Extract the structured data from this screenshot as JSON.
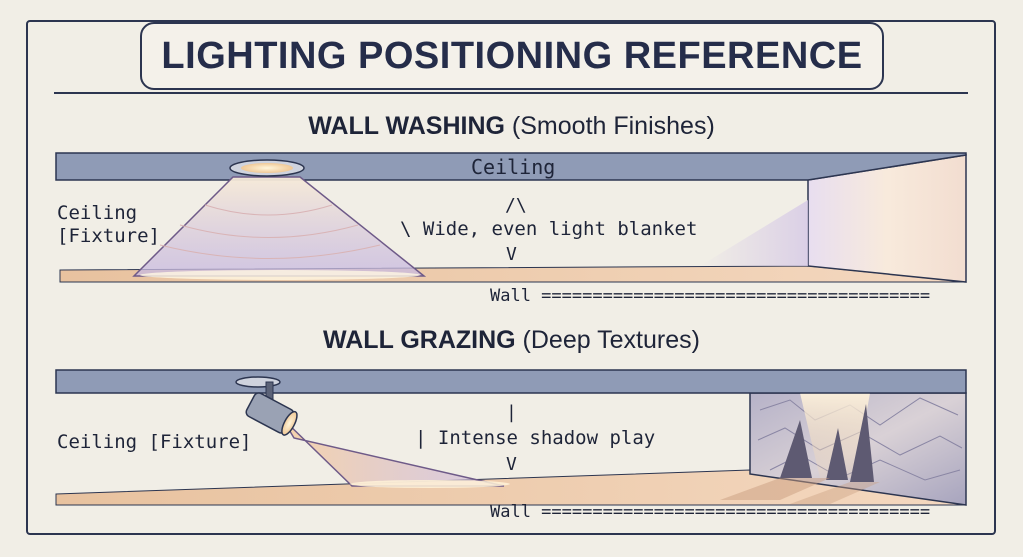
{
  "title": "LIGHTING POSITIONING REFERENCE",
  "washing": {
    "heading_bold": "WALL WASHING",
    "heading_rest": " (Smooth Finishes)",
    "ceiling_label": "Ceiling",
    "fixture_label_line1": "Ceiling",
    "fixture_label_line2": "[Fixture]",
    "arrow_up": "/\\",
    "annotation": "\\ Wide, even light blanket",
    "arrow_down": "V",
    "wall_label": "Wall ======================================"
  },
  "grazing": {
    "heading_bold": "WALL GRAZING",
    "heading_rest": " (Deep Textures)",
    "fixture_label": "Ceiling [Fixture]",
    "arrow_up": "|",
    "annotation": "| Intense shadow play",
    "arrow_down": "V",
    "wall_label": "Wall ======================================"
  },
  "colors": {
    "ceiling": "#8f9bb6",
    "floor": "#ebc7a6",
    "wall_light": "#f5e4d6",
    "beam": "#c9b9dc",
    "text": "#1e2438"
  }
}
